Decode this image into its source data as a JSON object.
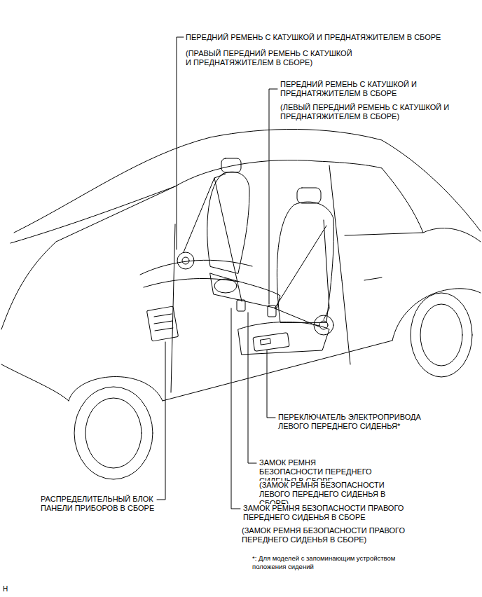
{
  "diagram": {
    "labels": [
      "ПЕРЕДНИЙ РЕМЕНЬ С КАТУШКОЙ И ПРЕДНАТЯЖИТЕЛЕМ В СБОРЕ",
      "(ПРАВЫЙ ПЕРЕДНИЙ РЕМЕНЬ С КАТУШКОЙ И ПРЕДНАТЯЖИТЕЛЕМ В СБОРЕ)",
      "ПЕРЕДНИЙ РЕМЕНЬ С КАТУШКОЙ И ПРЕДНАТЯЖИТЕЛЕМ В СБОРЕ",
      "(ЛЕВЫЙ ПЕРЕДНИЙ РЕМЕНЬ С КАТУШКОЙ И ПРЕДНАТЯЖИТЕЛЕМ В СБОРЕ)",
      "ПЕРЕКЛЮЧАТЕЛЬ ЭЛЕКТРОПРИВОДА ЛЕВОГО ПЕРЕДНЕГО СИДЕНЬЯ*",
      "ЗАМОК РЕМНЯ БЕЗОПАСНОСТИ ПЕРЕДНЕГО СИДЕНЬЯ В СБОРЕ",
      "(ЗАМОК РЕМНЯ БЕЗОПАСНОСТИ ЛЕВОГО ПЕРЕДНЕГО СИДЕНЬЯ В СБОРЕ)",
      "РАСПРЕДЕЛИТЕЛЬНЫЙ БЛОК ПАНЕЛИ ПРИБОРОВ В СБОРЕ",
      "ЗАМОК РЕМНЯ БЕЗОПАСНОСТИ ПРАВОГО ПЕРЕДНЕГО СИДЕНЬЯ В СБОРЕ",
      "(ЗАМОК РЕМНЯ БЕЗОПАСНОСТИ ПРАВОГО ПЕРЕДНЕГО СИДЕНЬЯ В СБОРЕ)",
      "*: Для моделей с запоминающим устройством положения сидений",
      "H"
    ]
  }
}
